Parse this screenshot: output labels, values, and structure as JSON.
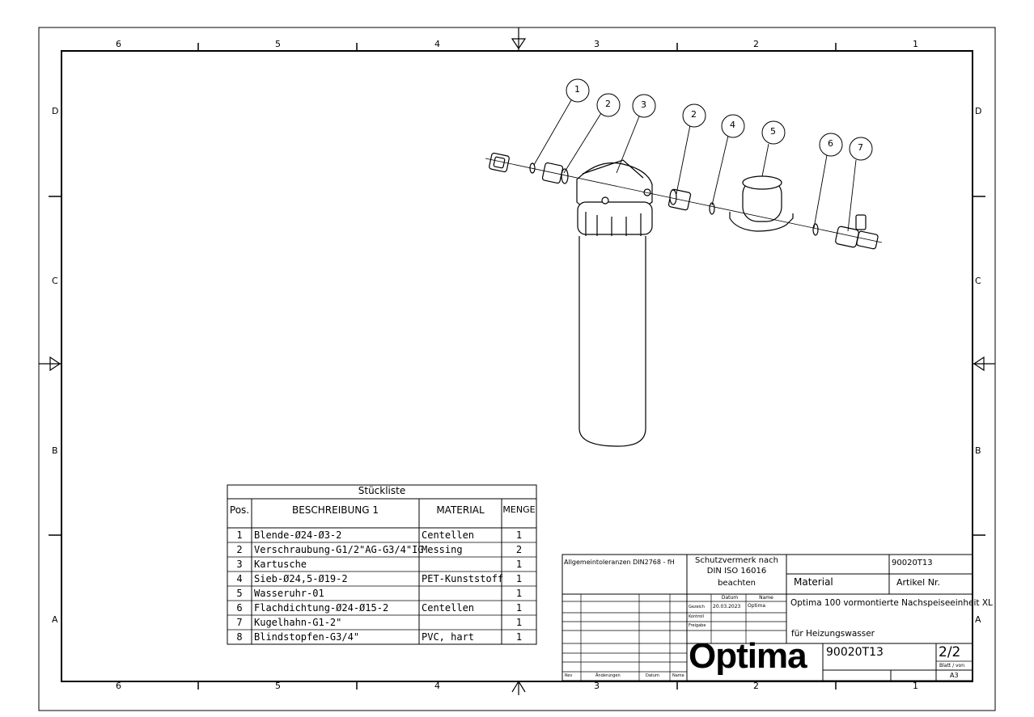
{
  "frame": {
    "col_labels_top": [
      "6",
      "5",
      "4",
      "3",
      "2",
      "1"
    ],
    "col_labels_bottom": [
      "6",
      "5",
      "4",
      "3",
      "2",
      "1"
    ],
    "row_labels_left": [
      "D",
      "C",
      "B",
      "A"
    ],
    "row_labels_right": [
      "D",
      "C",
      "B",
      "A"
    ]
  },
  "callouts": [
    "1",
    "2",
    "3",
    "2",
    "4",
    "5",
    "6",
    "7"
  ],
  "bom": {
    "title": "Stückliste",
    "headers": {
      "pos": "Pos.",
      "desc": "BESCHREIBUNG 1",
      "material": "MATERIAL",
      "qty": "MENGE"
    },
    "rows": [
      {
        "pos": "1",
        "desc": "Blende-Ø24-Ø3-2",
        "material": "Centellen",
        "qty": "1"
      },
      {
        "pos": "2",
        "desc": "Verschraubung-G1/2\"AG-G3/4\"IG",
        "material": "Messing",
        "qty": "2"
      },
      {
        "pos": "3",
        "desc": "Kartusche",
        "material": "",
        "qty": "1"
      },
      {
        "pos": "4",
        "desc": "Sieb-Ø24,5-Ø19-2",
        "material": "PET-Kunststoff",
        "qty": "1"
      },
      {
        "pos": "5",
        "desc": "Wasseruhr-01",
        "material": "",
        "qty": "1"
      },
      {
        "pos": "6",
        "desc": "Flachdichtung-Ø24-Ø15-2",
        "material": "Centellen",
        "qty": "1"
      },
      {
        "pos": "7",
        "desc": "Kugelhahn-G1-2\"",
        "material": "",
        "qty": "1"
      },
      {
        "pos": "8",
        "desc": "Blindstopfen-G3/4\"",
        "material": "PVC, hart",
        "qty": "1"
      }
    ]
  },
  "title_block": {
    "tolerances": "Allgemeintoleranzen DIN2768 - fH",
    "protection_line1": "Schutzvermerk nach",
    "protection_line2": "DIN ISO 16016",
    "protection_line3": "beachten",
    "material_label": "Material",
    "article_no_top": "90020T13",
    "article_label": "Artikel Nr.",
    "description_line1": "Optima 100 vormontierte Nachspeiseeinheit XL",
    "description_line2": "für Heizungswasser",
    "datum_label": "Datum",
    "name_label": "Name",
    "gezeich_label": "Gezeich",
    "kontroll_label": "Kontroll",
    "freigabe_label": "Freigabe",
    "gezeich_date": "20.03.2023",
    "gezeich_name": "Optima",
    "logo_text": "Optima",
    "drawing_no": "90020T13",
    "sheet": "2/2",
    "sheet_label": "Blatt / von",
    "format": "A3",
    "rev_label": "Rev",
    "changes_label": "Änderungen",
    "date_label": "Datum",
    "name_short": "Name"
  }
}
